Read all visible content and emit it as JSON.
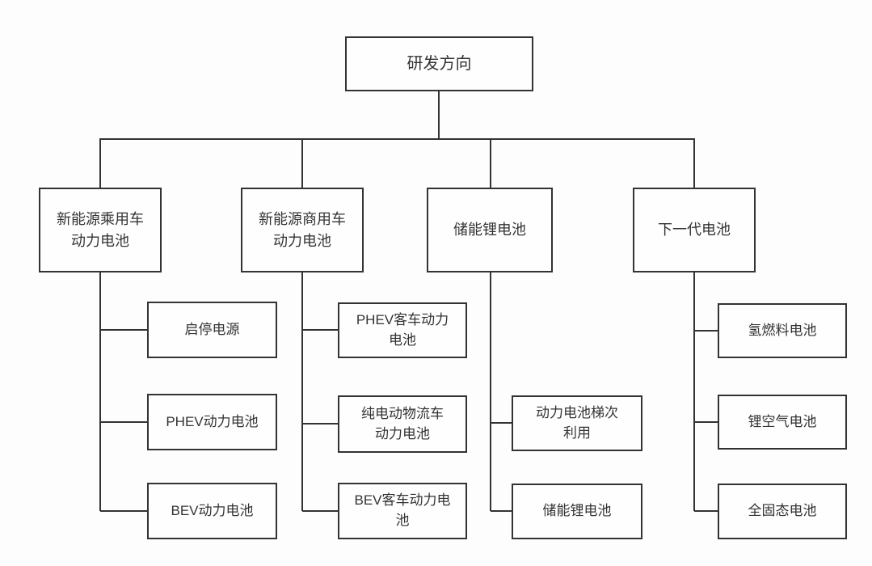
{
  "diagram": {
    "root": {
      "label": "研发方向"
    },
    "branches": [
      {
        "label": "新能源乘用车\n动力电池",
        "children": [
          {
            "label": "启停电源"
          },
          {
            "label": "PHEV动力电池"
          },
          {
            "label": "BEV动力电池"
          }
        ]
      },
      {
        "label": "新能源商用车\n动力电池",
        "children": [
          {
            "label": "PHEV客车动力\n电池"
          },
          {
            "label": "纯电动物流车\n动力电池"
          },
          {
            "label": "BEV客车动力电\n池"
          }
        ]
      },
      {
        "label": "储能锂电池",
        "children": [
          {
            "label": "动力电池梯次\n利用"
          },
          {
            "label": "储能锂电池"
          }
        ]
      },
      {
        "label": "下一代电池",
        "children": [
          {
            "label": "氢燃料电池"
          },
          {
            "label": "锂空气电池"
          },
          {
            "label": "全固态电池"
          }
        ]
      }
    ]
  },
  "colors": {
    "line": "#333333",
    "box_border": "#333333",
    "box_background": "#fefefe",
    "text": "#333333",
    "page_background": "#fdfdfd"
  }
}
